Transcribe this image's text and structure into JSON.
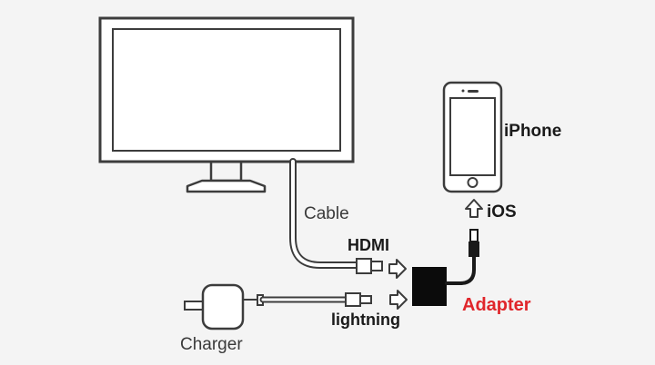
{
  "labels": {
    "iphone": "iPhone",
    "ios": "iOS",
    "cable": "Cable",
    "hdmi": "HDMI",
    "lightning": "lightning",
    "adapter": "Adapter",
    "charger": "Charger"
  },
  "colors": {
    "background": "#f4f4f4",
    "line": "#3c3c3c",
    "adapter_body": "#0b0b0b",
    "adapter_label": "#e0262b"
  }
}
